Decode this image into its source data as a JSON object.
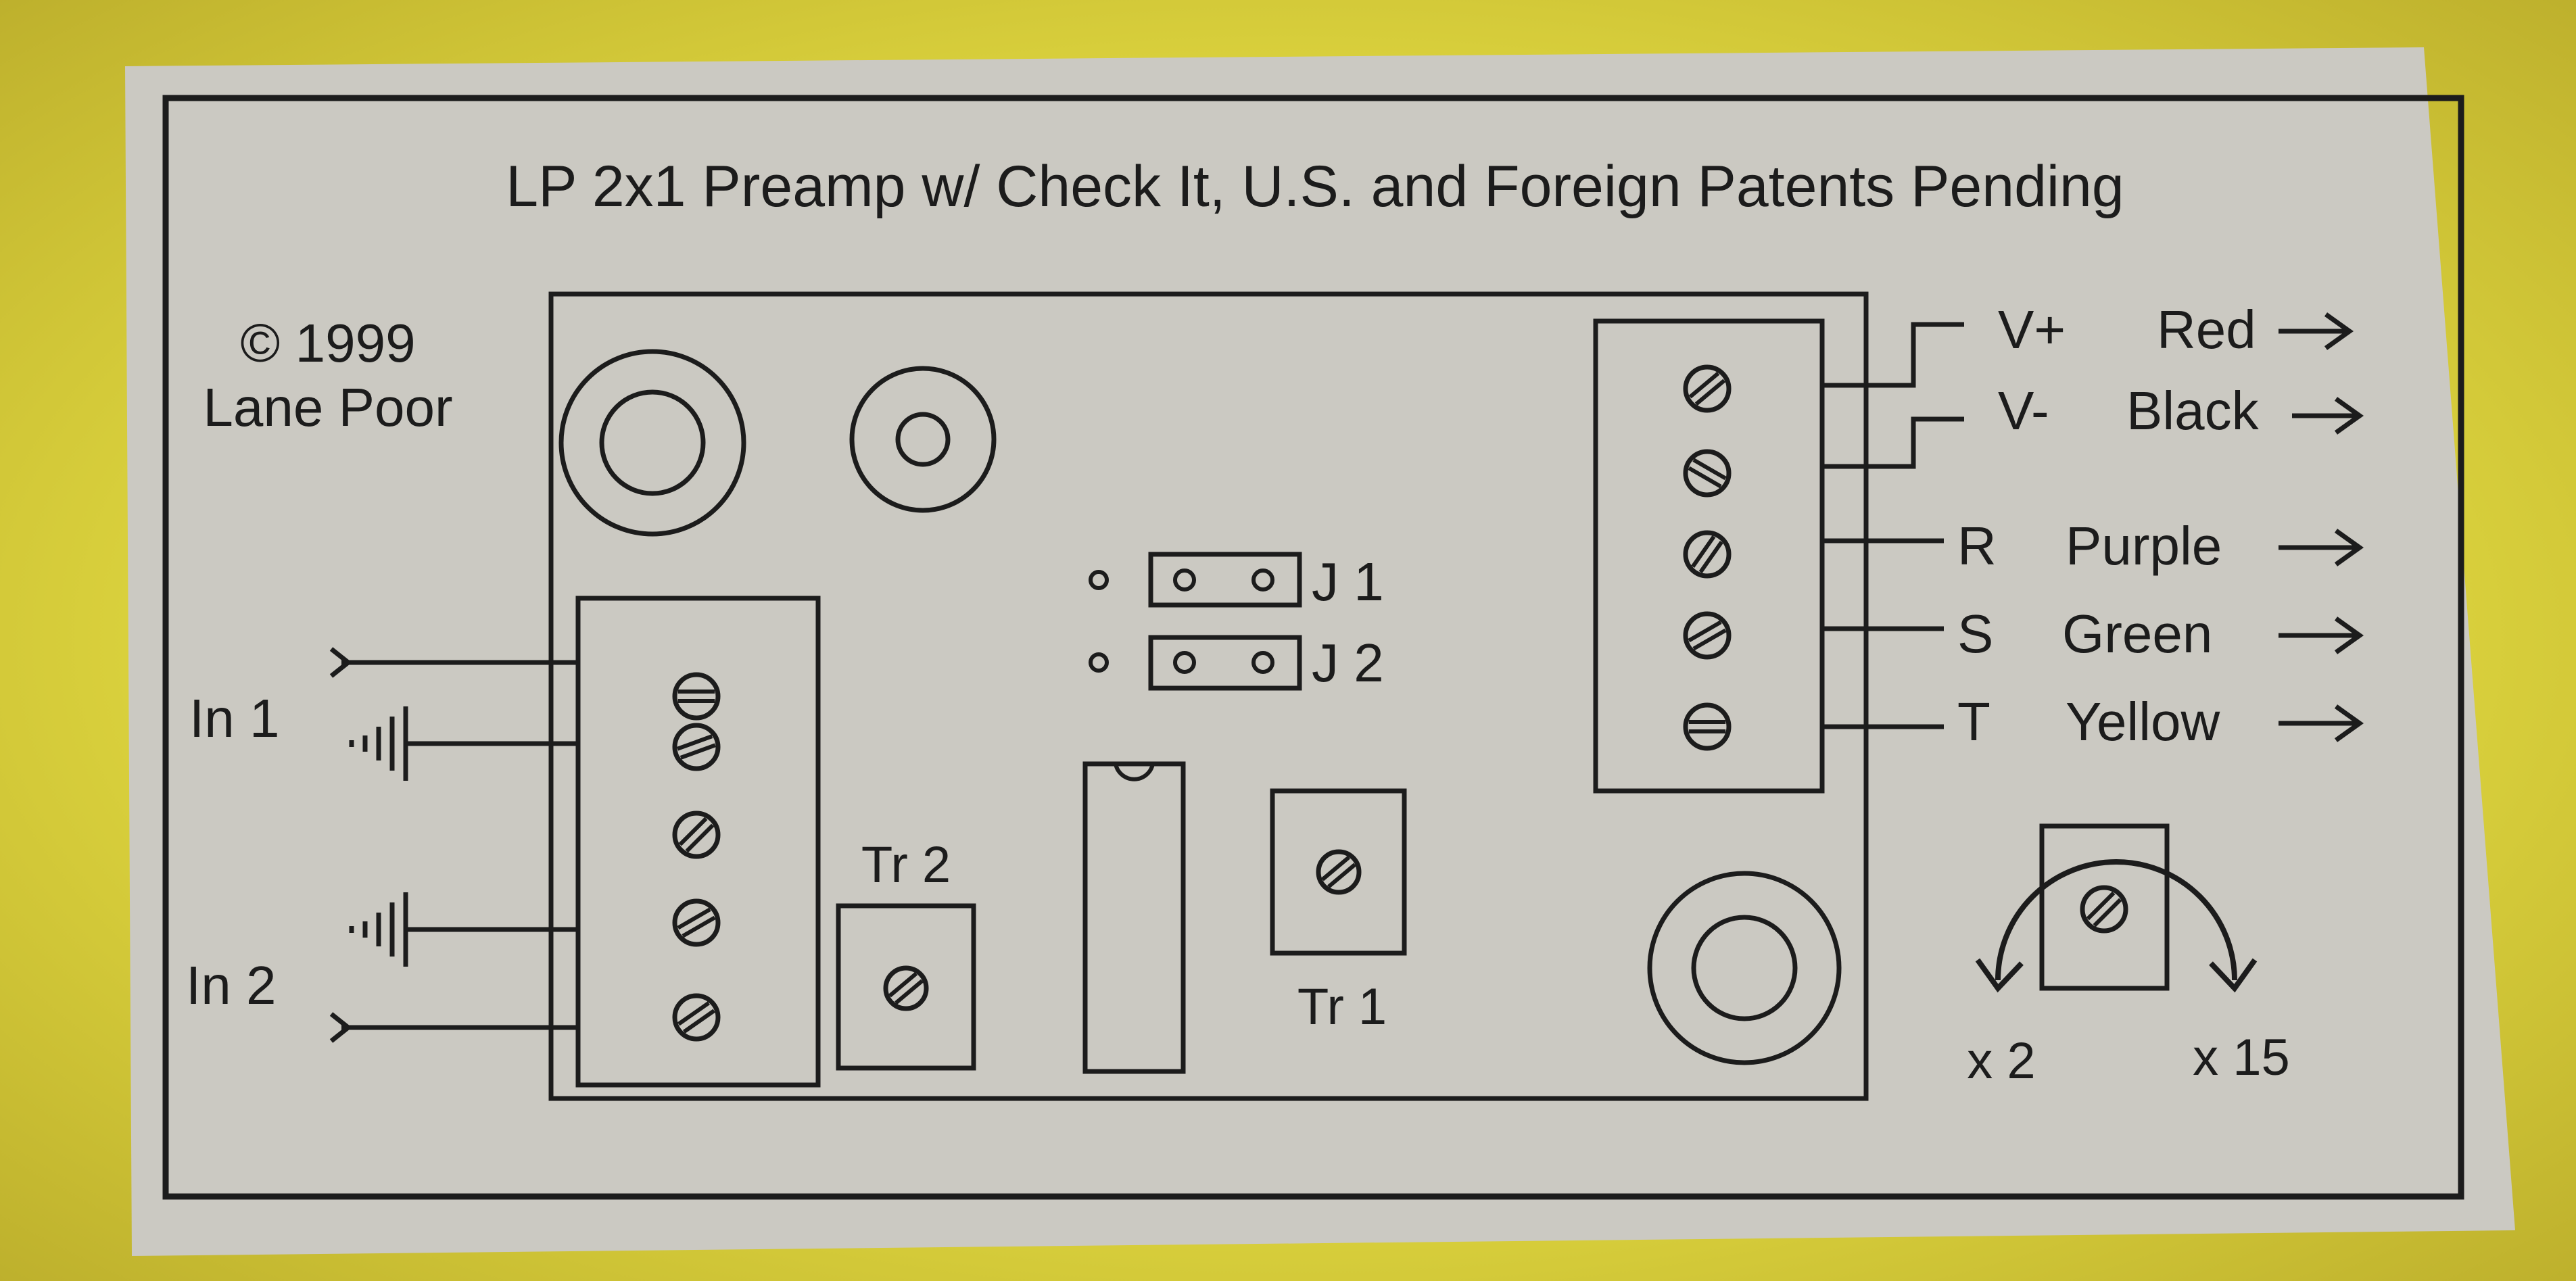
{
  "title": "LP 2x1 Preamp w/ Check It, U.S. and Foreign Patents Pending",
  "copyright": {
    "year_line": "© 1999",
    "author": "Lane Poor"
  },
  "inputs": {
    "in1": "In 1",
    "in2": "In 2"
  },
  "jumpers": {
    "j1": "J 1",
    "j2": "J 2"
  },
  "trimmers": {
    "tr1": "Tr 1",
    "tr2": "Tr 2"
  },
  "outputs": [
    {
      "terminal": "V+",
      "color": "Red"
    },
    {
      "terminal": "V-",
      "color": "Black"
    },
    {
      "terminal": "R",
      "color": "Purple"
    },
    {
      "terminal": "S",
      "color": "Green"
    },
    {
      "terminal": "T",
      "color": "Yellow"
    }
  ],
  "gain": {
    "min": "x 2",
    "max": "x 15"
  },
  "colors": {
    "background": "#d8cf3a",
    "label": "#cbc9c2",
    "ink": "#1c1c1c"
  }
}
